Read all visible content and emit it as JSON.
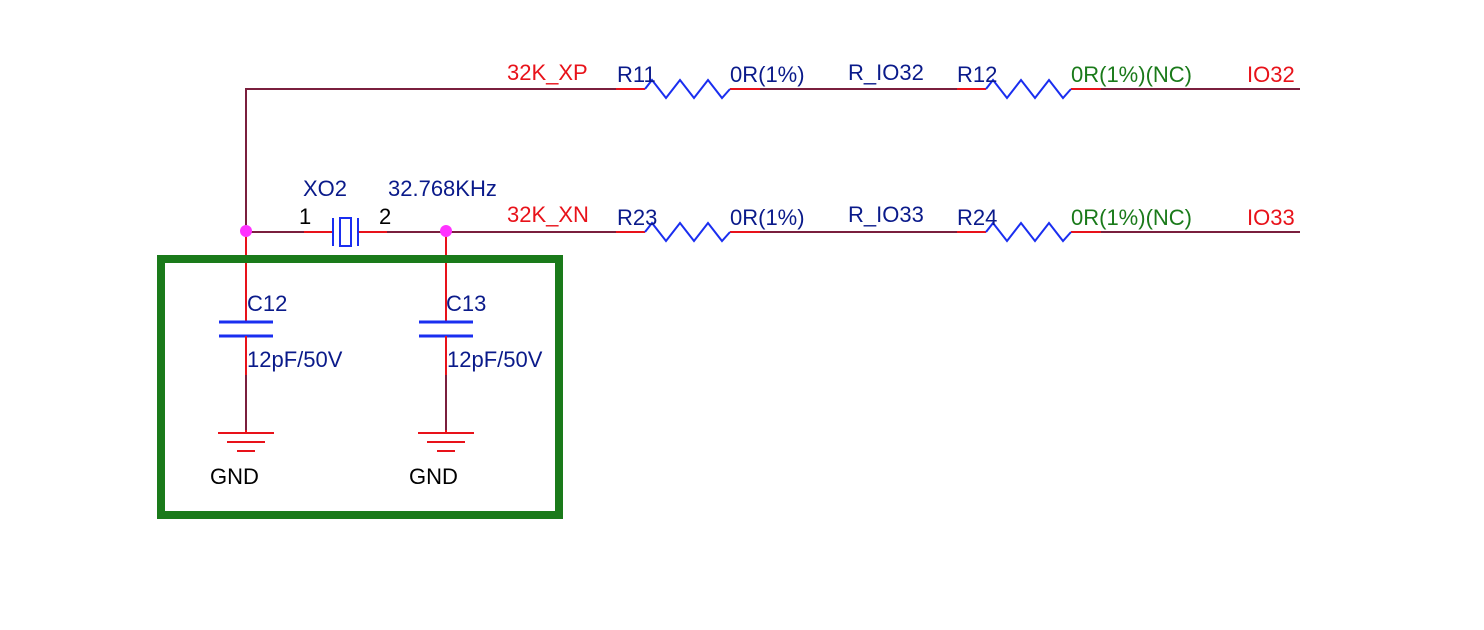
{
  "colors": {
    "wire": "#7a1f3d",
    "pin": "#e8121a",
    "component": "#1a2ef0",
    "net_label": "#e8121a",
    "designator": "#0a1a8a",
    "nc_value": "#1a7a1a",
    "junction": "#ff33ff",
    "highlight_box": "#1a7a1a"
  },
  "nets": {
    "xp": "32K_XP",
    "xn": "32K_XN",
    "r_io32": "R_IO32",
    "r_io33": "R_IO33",
    "io32": "IO32",
    "io33": "IO33"
  },
  "crystal": {
    "designator": "XO2",
    "value": "32.768KHz",
    "pin1": "1",
    "pin2": "2"
  },
  "resistors": {
    "r11": {
      "designator": "R11",
      "value": "0R(1%)"
    },
    "r12": {
      "designator": "R12",
      "value": "0R(1%)(NC)"
    },
    "r23": {
      "designator": "R23",
      "value": "0R(1%)"
    },
    "r24": {
      "designator": "R24",
      "value": "0R(1%)(NC)"
    }
  },
  "capacitors": {
    "c12": {
      "designator": "C12",
      "value": "12pF/50V"
    },
    "c13": {
      "designator": "C13",
      "value": "12pF/50V"
    }
  },
  "grounds": {
    "left": "GND",
    "right": "GND"
  }
}
